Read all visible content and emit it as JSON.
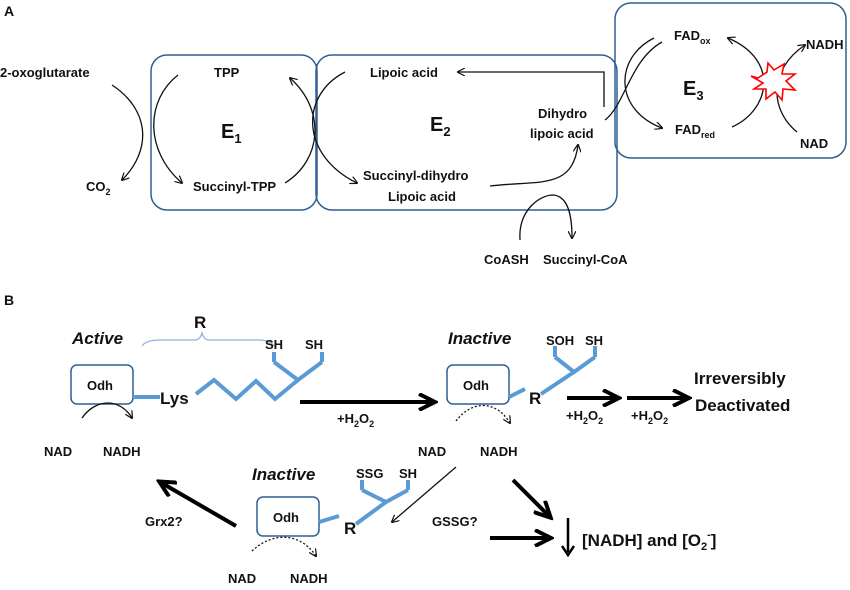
{
  "panel_a": {
    "label": "A",
    "substrate_in": "2-oxoglutarate",
    "co2": "CO",
    "co2_sub": "2",
    "e1": {
      "name": "E",
      "sub": "1",
      "tpp": "TPP",
      "succinyl_tpp": "Succinyl-TPP"
    },
    "e2": {
      "name": "E",
      "sub": "2",
      "lipoic": "Lipoic acid",
      "succ_dihydro_1": "Succinyl-dihydro",
      "succ_dihydro_2": "Lipoic acid",
      "dihydro_1": "Dihydro",
      "dihydro_2": "lipoic acid"
    },
    "e3": {
      "name": "E",
      "sub": "3",
      "fad_ox": "FAD",
      "fad_ox_sub": "ox",
      "fad_red": "FAD",
      "fad_red_sub": "red",
      "nadh": "NADH",
      "nad": "NAD"
    },
    "coash": "CoASH",
    "succinyl_coa": "Succinyl-CoA"
  },
  "panel_b": {
    "label": "B",
    "active": "Active",
    "r_brace": "R",
    "odh": "Odh",
    "lys": "Lys",
    "sh": "SH",
    "soh": "SOH",
    "ssg": "SSG",
    "r": "R",
    "inactive": "Inactive",
    "nad": "NAD",
    "nadh": "NADH",
    "h2o2_prefix": "+H",
    "h2o2_sub": "2",
    "h2o2_o": "O",
    "irreversibly": "Irreversibly",
    "deactivated": "Deactivated",
    "gssg": "GSSG?",
    "grx2": "Grx2?",
    "result_1": "[NADH] and [O",
    "result_sub": "2",
    "result_sup": "-",
    "result_2": "]"
  },
  "colors": {
    "box_stroke": "#2e5f93",
    "chain_blue": "#5b9bd5",
    "burst_red": "#ff0000"
  }
}
